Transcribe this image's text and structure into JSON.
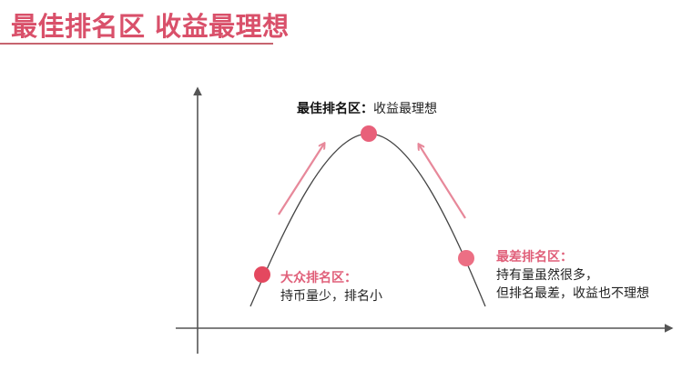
{
  "title": "最佳排名区 收益最理想",
  "colors": {
    "accent": "#d9506a",
    "marker": "#e8607a",
    "arrow": "#e7889a",
    "curve": "#444444",
    "axis": "#555555",
    "underline": "#c7646f"
  },
  "diagram": {
    "peak": {
      "heading": "最佳排名区：",
      "text": "收益最理想"
    },
    "left": {
      "heading": "大众排名区：",
      "text": "持币量少，排名小"
    },
    "right": {
      "heading": "最差排名区：",
      "line1": "持有量虽然很多，",
      "line2": "但排名最差，收益也不理想"
    }
  }
}
